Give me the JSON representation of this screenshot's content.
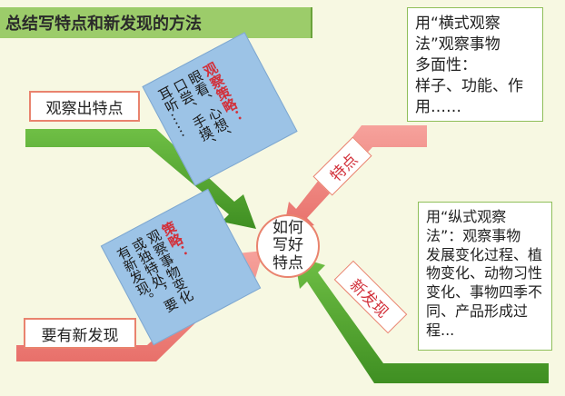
{
  "title": "总结写特点和新发现的方法",
  "center": {
    "lines": [
      "如何",
      "写好",
      "特点"
    ]
  },
  "left_top_label": "观察出特点",
  "left_bottom_label": "要有新发现",
  "right_top_tag": "特点",
  "right_bottom_tag": "新发现",
  "strategy_top": {
    "heading": "观察策略：",
    "lines": [
      "眼看、心想、",
      "口尝、手摸、",
      "耳听……"
    ]
  },
  "strategy_bottom": {
    "heading": "策略：",
    "lines": [
      "观察事物变化",
      "或独特处，要",
      "有新发现。"
    ]
  },
  "note_top": {
    "lines": [
      "用“横式观察",
      "法”观察事物",
      "多面性：",
      "样子、功能、作",
      "用……"
    ]
  },
  "note_bottom": {
    "lines": [
      "用“纵式观察",
      "法”：观察事物",
      "发展变化过程、植",
      "物变化、动物习性",
      "变化、事物四季不",
      "同、产品形成过",
      "程..."
    ]
  },
  "colors": {
    "background": "#f7f8e2",
    "green_arrow": "#5aa832",
    "red_arrow": "#f08c86",
    "strategy_fill": "#9cc3e6",
    "title_bar": "#9ccc6a",
    "accent_red": "#d2303a"
  }
}
